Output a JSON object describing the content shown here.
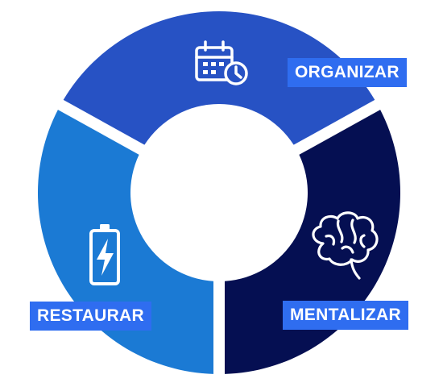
{
  "segments": [
    {
      "id": "organizar",
      "label": "ORGANIZAR",
      "color": "#2752c4",
      "icon": "calendar-clock-icon"
    },
    {
      "id": "mentalizar",
      "label": "MENTALIZAR",
      "color": "#050f52",
      "icon": "brain-icon"
    },
    {
      "id": "restaurar",
      "label": "RESTAURAR",
      "color": "#1b7ad4",
      "icon": "battery-charging-icon"
    }
  ],
  "colors": {
    "label_background": "#2f6df0",
    "icon": "#ffffff",
    "background": "#ffffff"
  }
}
